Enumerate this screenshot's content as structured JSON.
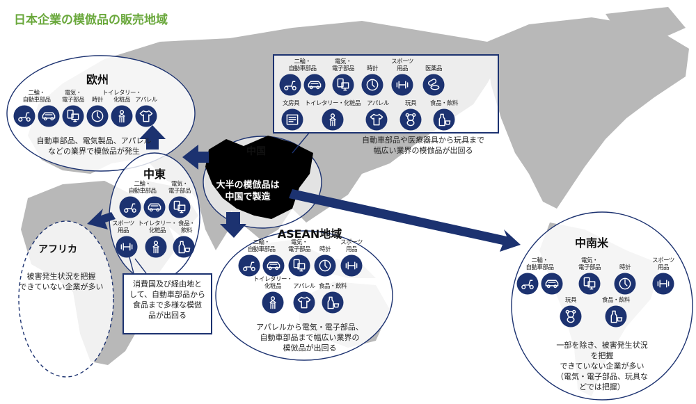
{
  "title": "日本企業の模倣品の販売地域",
  "colors": {
    "navy": "#1c3270",
    "title_green": "#6aa83c",
    "land": "#b8b8b8"
  },
  "regions": {
    "europe": {
      "title": "欧州",
      "description": "自動車部品、電気製品、アパレル\nなどの業界で模倣品が発生",
      "groups": [
        {
          "label": "二輪・\n自動車部品",
          "icons": [
            "scooter-icon",
            "car-icon"
          ]
        },
        {
          "label": "電気・\n電子部品",
          "icons": [
            "devices-icon"
          ]
        },
        {
          "label": "時計",
          "icons": [
            "clock-icon"
          ]
        },
        {
          "label": "トイレタリー・\n化粧品",
          "icons": [
            "person-icon"
          ]
        },
        {
          "label": "アパレル",
          "icons": [
            "shirt-icon"
          ]
        }
      ]
    },
    "china": {
      "title": "中国",
      "center_text": "大半の模倣品は\n中国で製造",
      "description": "自動車部品や医療器具から玩具まで\n幅広い業界の模倣品が出回る",
      "groups": [
        {
          "label": "二輪・\n自動車部品",
          "icons": [
            "scooter-icon",
            "car-icon"
          ]
        },
        {
          "label": "電気・\n電子部品",
          "icons": [
            "devices-icon"
          ]
        },
        {
          "label": "時計",
          "icons": [
            "clock-icon"
          ]
        },
        {
          "label": "スポーツ\n用品",
          "icons": [
            "dumbbell-icon"
          ]
        },
        {
          "label": "医薬品",
          "icons": [
            "pills-icon"
          ]
        },
        {
          "label": "文房具",
          "icons": [
            "document-icon"
          ]
        },
        {
          "label": "トイレタリー・化粧品",
          "icons": [
            "person-icon"
          ]
        },
        {
          "label": "アパレル",
          "icons": [
            "shirt-icon"
          ]
        },
        {
          "label": "玩具",
          "icons": [
            "bear-icon"
          ]
        },
        {
          "label": "食品・飲料",
          "icons": [
            "bottle-icon"
          ]
        }
      ]
    },
    "middle_east": {
      "title": "中東",
      "description": "消費国及び経由地と\nして、自動車部品から\n食品まで多様な模倣\n品が出回る",
      "groups": [
        {
          "label": "二輪・\n自動車部品",
          "icons": [
            "scooter-icon",
            "car-icon"
          ]
        },
        {
          "label": "電気・\n電子部品",
          "icons": [
            "devices-icon"
          ]
        },
        {
          "label": "スポーツ\n用品",
          "icons": [
            "dumbbell-icon"
          ]
        },
        {
          "label": "トイレタリー・\n化粧品",
          "icons": [
            "person-icon"
          ]
        },
        {
          "label": "食品・\n飲料",
          "icons": [
            "bottle-icon"
          ]
        }
      ]
    },
    "africa": {
      "title": "アフリカ",
      "description": "被害発生状況を把握\nできていない企業が多い"
    },
    "asean": {
      "title": "ASEAN地域",
      "description": "アパレルから電気・電子部品、\n自動車部品まで幅広い業界の\n模倣品が出回る",
      "groups": [
        {
          "label": "二輪・\n自動車部品",
          "icons": [
            "scooter-icon",
            "car-icon"
          ]
        },
        {
          "label": "電気・\n電子部品",
          "icons": [
            "devices-icon"
          ]
        },
        {
          "label": "時計",
          "icons": [
            "clock-icon"
          ]
        },
        {
          "label": "スポーツ\n用品",
          "icons": [
            "dumbbell-icon"
          ]
        },
        {
          "label": "トイレタリー・\n化粧品",
          "icons": [
            "person-icon"
          ]
        },
        {
          "label": "アパレル",
          "icons": [
            "shirt-icon"
          ]
        },
        {
          "label": "食品・飲料",
          "icons": [
            "bottle-icon"
          ]
        }
      ]
    },
    "latin_america": {
      "title": "中南米",
      "description": "一部を除き、被害発生状況を把握\nできていない企業が多い\n（電気・電子部品、玩具などでは把握）",
      "groups": [
        {
          "label": "二輪・\n自動車部品",
          "icons": [
            "scooter-icon",
            "car-icon"
          ]
        },
        {
          "label": "電気・\n電子部品",
          "icons": [
            "devices-icon"
          ]
        },
        {
          "label": "時計",
          "icons": [
            "clock-icon"
          ]
        },
        {
          "label": "スポーツ\n用品",
          "icons": [
            "dumbbell-icon"
          ]
        },
        {
          "label": "玩具",
          "icons": [
            "bear-icon"
          ]
        },
        {
          "label": "食品・飲料",
          "icons": [
            "bottle-icon"
          ]
        }
      ]
    }
  }
}
